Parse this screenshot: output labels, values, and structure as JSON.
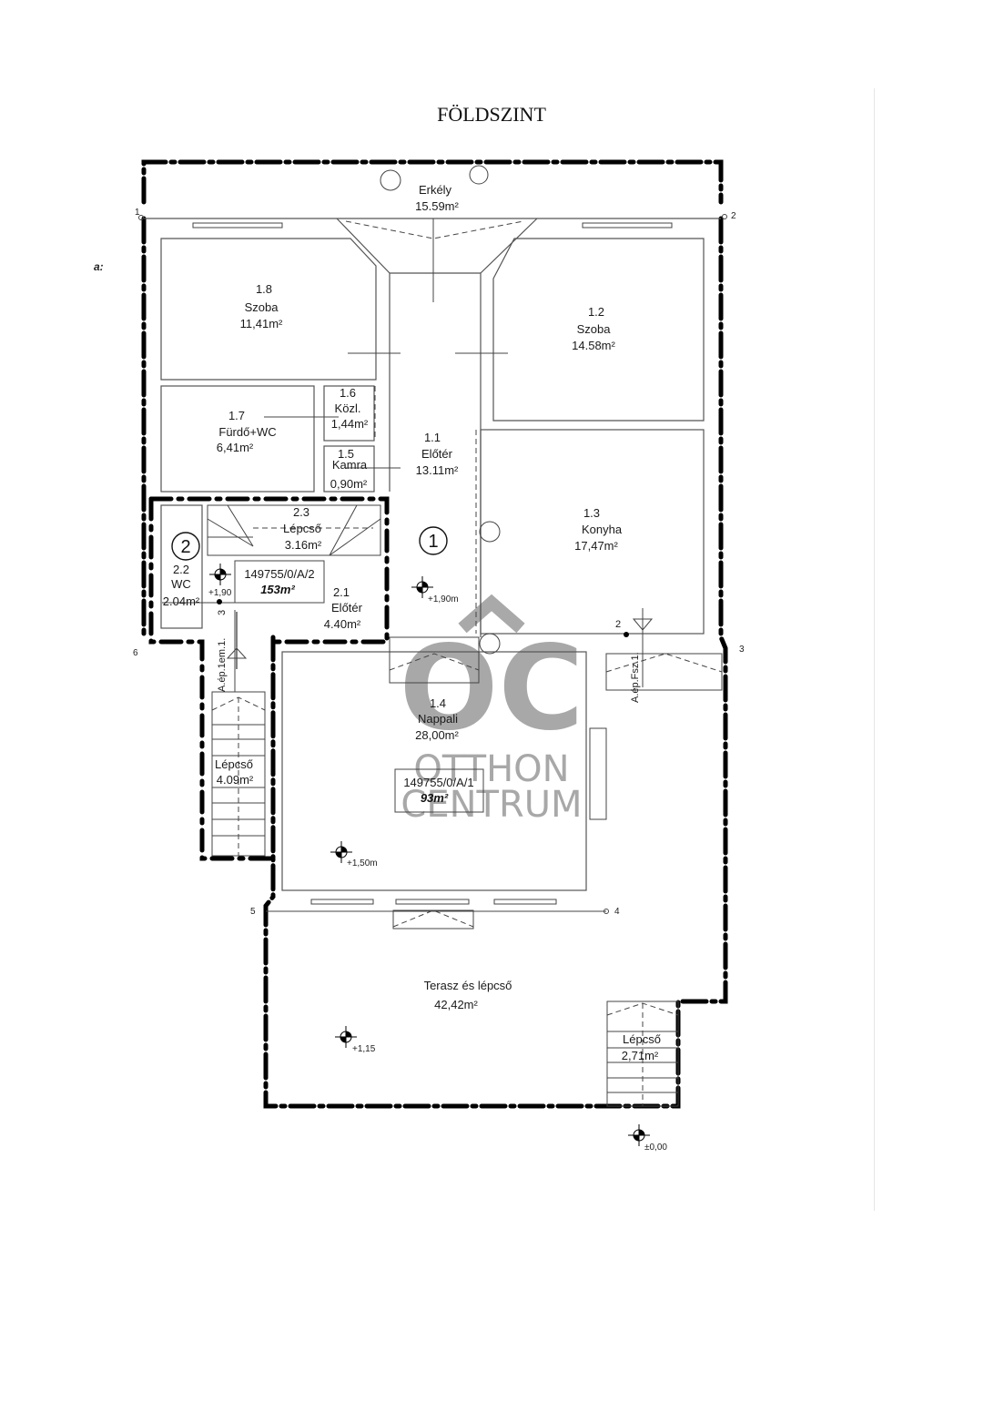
{
  "title": "FÖLDSZINT",
  "watermark": {
    "logo": "ÔC",
    "line1": "OTTHON",
    "line2": "CENTRUM",
    "color": "#9a9a9a"
  },
  "rooms": {
    "erkely": {
      "name": "Erkély",
      "area": "15.59m²"
    },
    "r1_8": {
      "num": "1.8",
      "name": "Szoba",
      "area": "11,41m²"
    },
    "r1_2": {
      "num": "1.2",
      "name": "Szoba",
      "area": "14.58m²"
    },
    "r1_7": {
      "num": "1.7",
      "name": "Fürdő+WC",
      "area": "6,41m²"
    },
    "r1_6": {
      "num": "1.6",
      "name": "Közl.",
      "area": "1,44m²"
    },
    "r1_5": {
      "num": "1.5",
      "name": "Kamra",
      "area": "0,90m²"
    },
    "r1_1": {
      "num": "1.1",
      "name": "Előtér",
      "area": "13.11m²"
    },
    "r1_3": {
      "num": "1.3",
      "name": "Konyha",
      "area": "17,47m²"
    },
    "r2_3": {
      "num": "2.3",
      "name": "Lépcső",
      "area": "3.16m²"
    },
    "r2_2": {
      "num": "2.2",
      "name": "WC",
      "area": "2.04m²"
    },
    "r2_1": {
      "num": "2.1",
      "name": "Előtér",
      "area": "4.40m²"
    },
    "r1_4": {
      "num": "1.4",
      "name": "Nappali",
      "area": "28,00m²"
    },
    "lepcso_left": {
      "name": "Lépcső",
      "area": "4.09m²"
    },
    "terasz": {
      "name": "Terasz és lépcső",
      "area": "42,42m²"
    },
    "lepcso_right": {
      "name": "Lépcső",
      "area": "2,71m²"
    }
  },
  "units": {
    "a2": {
      "id": "149755/0/A/2",
      "area": "153m²",
      "marker": "2"
    },
    "a1": {
      "id": "149755/0/A/1",
      "area": "93m²",
      "marker": "1"
    }
  },
  "levels": {
    "l1": "+1,90m",
    "l2": "+1,90",
    "l3": "+1,50m",
    "l4": "+1,15",
    "l5": "±0,00"
  },
  "section_labels": {
    "left_stair": "A.ép.1em.1.",
    "left_num": "3",
    "right_stair": "A.ép.Fsz.1.",
    "right_num": "2"
  },
  "corner_marks": [
    "1",
    "2",
    "3",
    "4",
    "5",
    "6"
  ],
  "stray_mark": "a:"
}
